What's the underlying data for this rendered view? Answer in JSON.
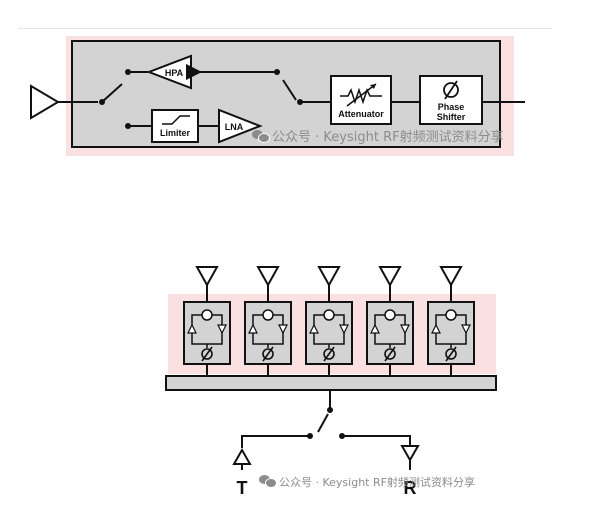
{
  "top_block": {
    "hpa_label": "HPA",
    "limiter_label": "Limiter",
    "lna_label": "LNA",
    "attenuator_label": "Attenuator",
    "phase_shifter_label_line1": "Phase",
    "phase_shifter_label_line2": "Shifter"
  },
  "bottom_block": {
    "element_count": 5,
    "transmit_label": "T",
    "receive_label": "R"
  },
  "watermark": {
    "text": "公众号 · Keysight RF射频测试资料分享"
  },
  "colors": {
    "module_fill": "#d3d3d3",
    "highlight_fill": "#fbe0e2",
    "line": "#111111",
    "watermark": "#8c8c8c"
  }
}
